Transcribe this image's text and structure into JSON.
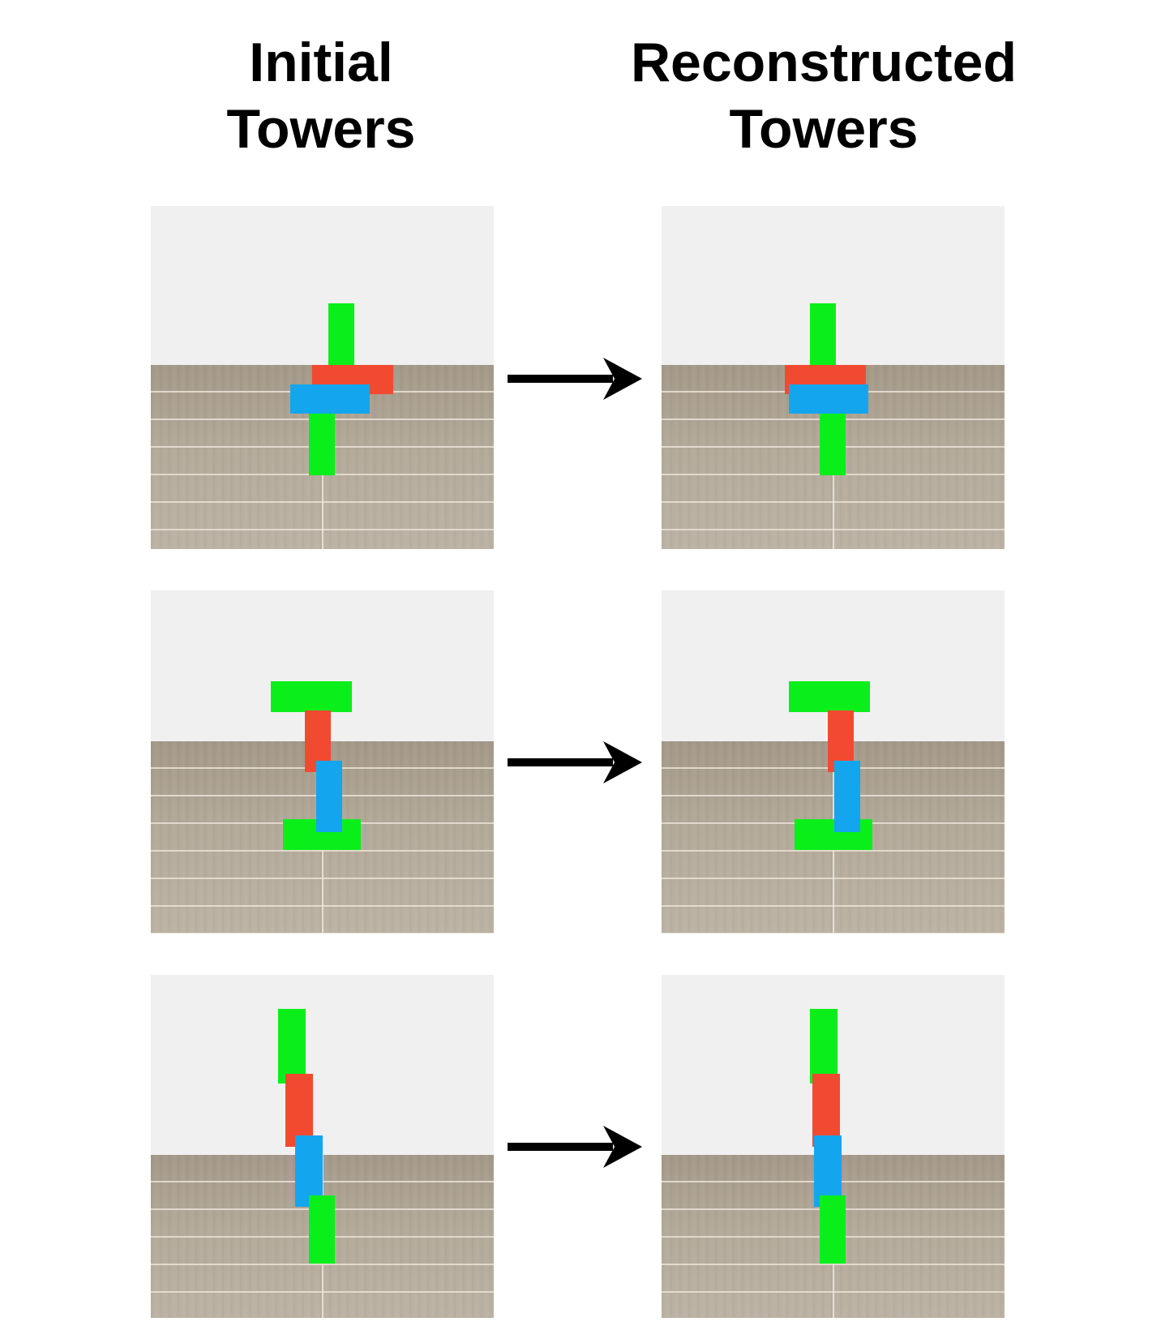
{
  "titles": {
    "initial_line1": "Initial",
    "initial_line2": "Towers",
    "reconstructed_line1": "Reconstructed",
    "reconstructed_line2": "Towers"
  },
  "colors": {
    "green": "#0aef1a",
    "red": "#f24a30",
    "blue": "#13a6ef",
    "wall": "#f0f0f0",
    "floor": "#ada292",
    "arrow": "#000000"
  }
}
